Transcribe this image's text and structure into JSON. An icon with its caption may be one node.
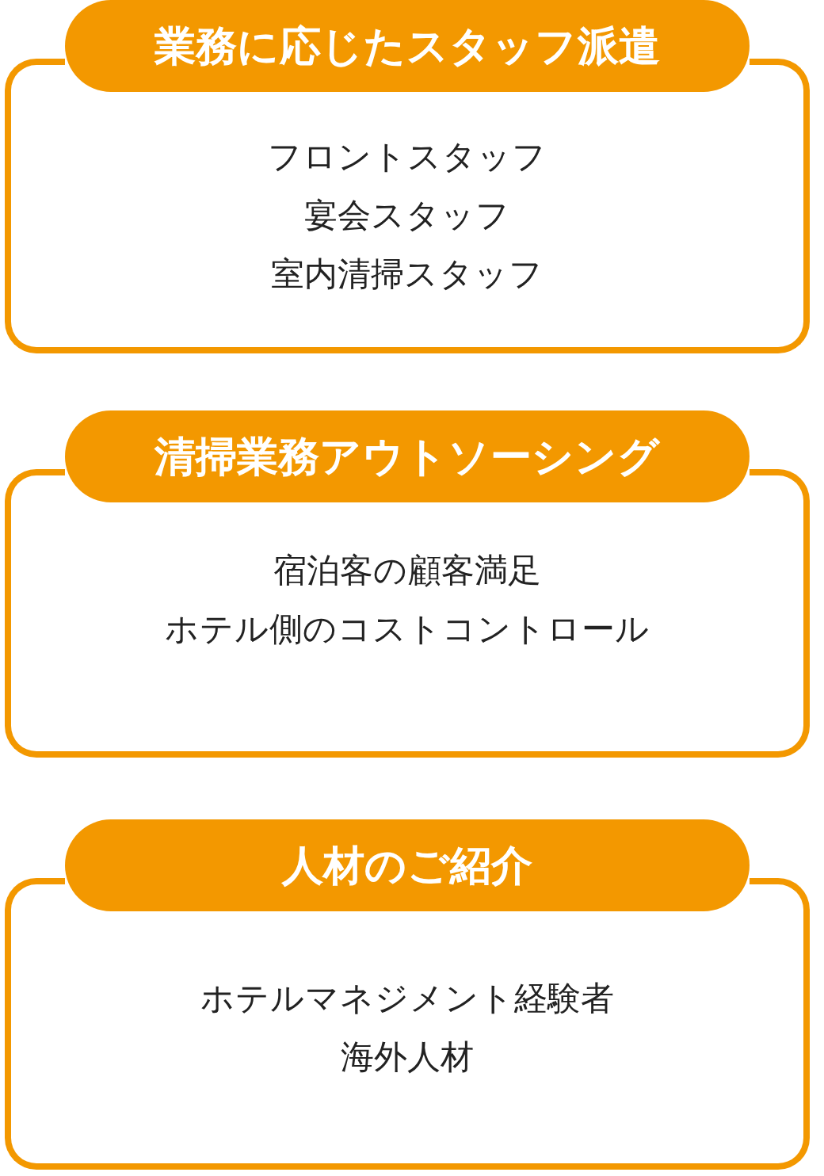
{
  "diagram": {
    "nodes": [
      {
        "text": [
          "業務に応じたスタッフ派遣",
          "フロントスタッフ",
          "宴会スタッフ",
          "室内清掃スタッフ"
        ]
      },
      {
        "text": [
          "清掃業務アウトソーシング",
          "宿泊客の顧客満足",
          "ホテル側のコストコントロール"
        ]
      },
      {
        "text": [
          "人材のご紹介",
          "ホテルマネジメント経験者",
          "海外人材"
        ]
      }
    ]
  }
}
